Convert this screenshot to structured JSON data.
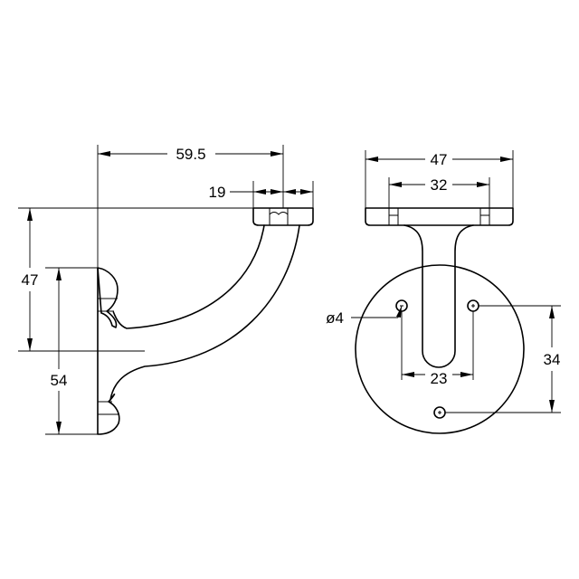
{
  "dimensions": {
    "side_view": {
      "total_reach": "59.5",
      "top_flange_width": "19",
      "bottom_height": "47",
      "wall_plate_height": "54"
    },
    "front_view": {
      "top_flange_width": "47",
      "flange_hole_spacing": "32",
      "hole_diameter": "ø4",
      "hole_horizontal_spacing": "23",
      "hole_vertical_spacing": "34"
    }
  }
}
